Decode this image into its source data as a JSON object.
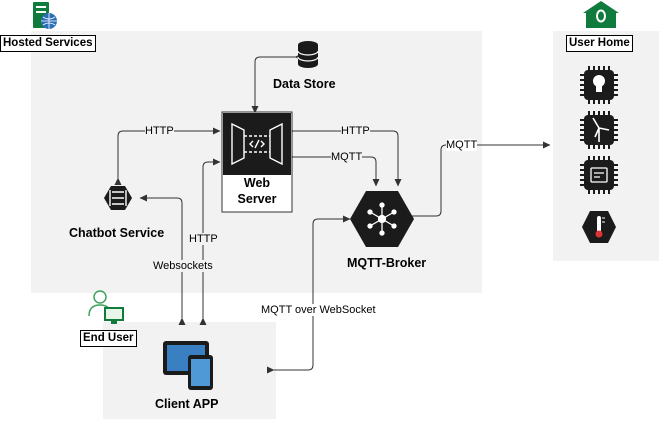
{
  "groups": {
    "hosted_services": "Hosted Services",
    "user_home": "User Home",
    "end_user": "End User"
  },
  "nodes": {
    "data_store": "Data Store",
    "web_server_line1": "Web",
    "web_server_line2": "Server",
    "chatbot_service": "Chatbot Service",
    "mqtt_broker": "MQTT-Broker",
    "client_app": "Client APP"
  },
  "edges": {
    "http_chatbot_web": "HTTP",
    "http_web_broker": "HTTP",
    "mqtt_web_broker": "MQTT",
    "mqtt_broker_home": "MQTT",
    "http_client_web": "HTTP",
    "websockets_client_chatbot": "Websockets",
    "mqtt_over_websocket": "MQTT over WebSocket"
  },
  "devices": [
    "bulb-chip-icon",
    "wind-turbine-chip-icon",
    "sensor-chip-icon",
    "thermometer-hex-icon"
  ],
  "colors": {
    "panel": "#f2f2f2",
    "icon_dark": "#232f3e",
    "arrow": "#4a5560"
  }
}
